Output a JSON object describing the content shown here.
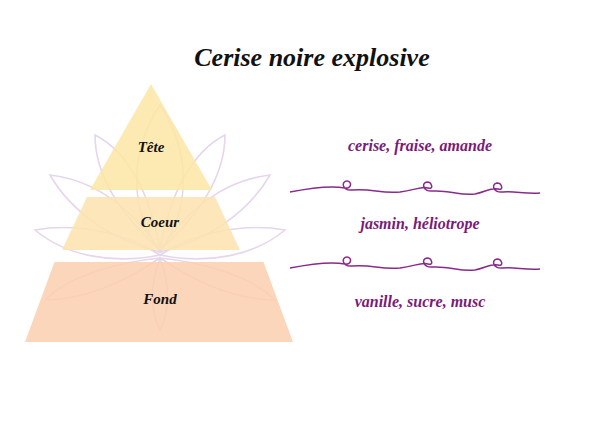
{
  "diagram": {
    "title": "Cerise noire explosive",
    "nodes": [
      {
        "text": [
          "Tête"
        ]
      },
      {
        "text": [
          "Coeur"
        ]
      },
      {
        "text": [
          "Fond"
        ]
      }
    ],
    "labels": [
      "cerise, fraise, amande",
      "jasmin, héliotrope",
      "vanille, sucre, musc"
    ]
  }
}
